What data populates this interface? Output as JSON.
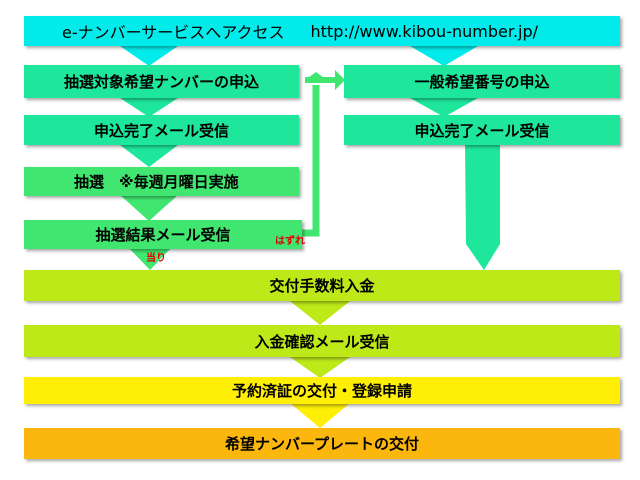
{
  "header": {
    "service": "e-ナンバーサービスへアクセス",
    "url": "http://www.kibou-number.jp/"
  },
  "left_flow": {
    "apply": "抽選対象希望ナンバーの申込",
    "confirm_mail": "申込完了メール受信",
    "lottery": "抽選　※毎週月曜日実施",
    "result_mail": "抽選結果メール受信"
  },
  "right_flow": {
    "apply": "一般希望番号の申込",
    "confirm_mail": "申込完了メール受信"
  },
  "common_flow": {
    "fee": "交付手数料入金",
    "payment_mail": "入金確認メール受信",
    "registration": "予約済証の交付・登録申請",
    "plate": "希望ナンバープレートの交付"
  },
  "notes": {
    "win": "当り",
    "lose": "はずれ"
  },
  "colors": {
    "cyan": "#00ebea",
    "teal": "#1ee79c",
    "green": "#40e670",
    "lime": "#bde919",
    "yellow": "#ffee06",
    "orange": "#fcb70e",
    "note_red": "#e00000"
  }
}
